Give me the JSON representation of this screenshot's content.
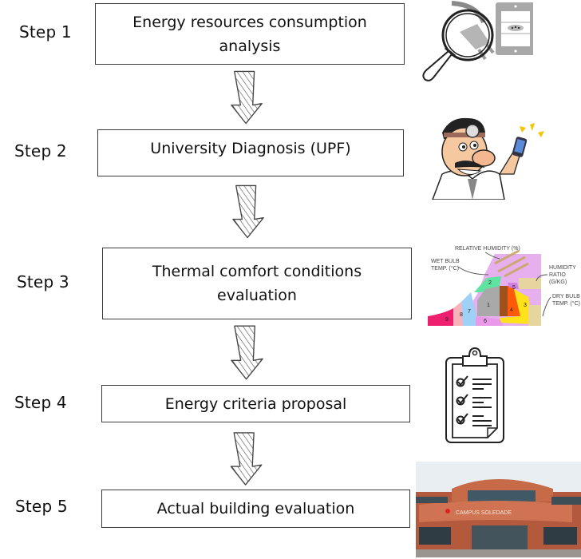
{
  "diagram": {
    "type": "flowchart",
    "direction": "top-to-bottom",
    "steps": [
      {
        "label": "Step 1",
        "text_lines": [
          "Energy resources consumption",
          "analysis"
        ],
        "icon": "magnifier-plug-socket-icon"
      },
      {
        "label": "Step 2",
        "text_lines": [
          "University Diagnosis (UPF)"
        ],
        "icon": "doctor-cartoon-icon"
      },
      {
        "label": "Step 3",
        "text_lines": [
          "Thermal comfort conditions",
          "evaluation"
        ],
        "icon": "psychrometric-chart-icon"
      },
      {
        "label": "Step 4",
        "text_lines": [
          "Energy criteria proposal"
        ],
        "icon": "checklist-clipboard-icon"
      },
      {
        "label": "Step 5",
        "text_lines": [
          "Actual building evaluation"
        ],
        "icon": "campus-building-photo"
      }
    ],
    "connectors": [
      "step1-to-step2",
      "step2-to-step3",
      "step3-to-step4",
      "step4-to-step5"
    ],
    "psychrometric_chart": {
      "labels": {
        "relative_humidity": "RELATIVE HUMIDITY (%)",
        "wet_bulb": [
          "WET BULB",
          "TEMP. (°C)"
        ],
        "humidity_ratio": [
          "HUMIDITY",
          "RATIO",
          "(G/KG)"
        ],
        "dry_bulb": [
          "DRY BULB",
          "TEMP. (°C)"
        ]
      },
      "zones": [
        "1",
        "2",
        "3",
        "4",
        "5",
        "6",
        "7",
        "8",
        "9"
      ],
      "zone_colors": {
        "1": "#a9a9a9",
        "2": "#5fe3a0",
        "3": "#ffe21a",
        "4": "#ff5a0a",
        "5": "#e0a5f0",
        "6": "#e89ae8",
        "7": "#9fd0f5",
        "8": "#f7b3b8",
        "9": "#ee1f6e"
      }
    },
    "building_sign": "CAMPUS SOLEDADE",
    "colors": {
      "box_border": "#3a3a3a",
      "arrow_stroke": "#555555",
      "text": "#111111"
    }
  }
}
